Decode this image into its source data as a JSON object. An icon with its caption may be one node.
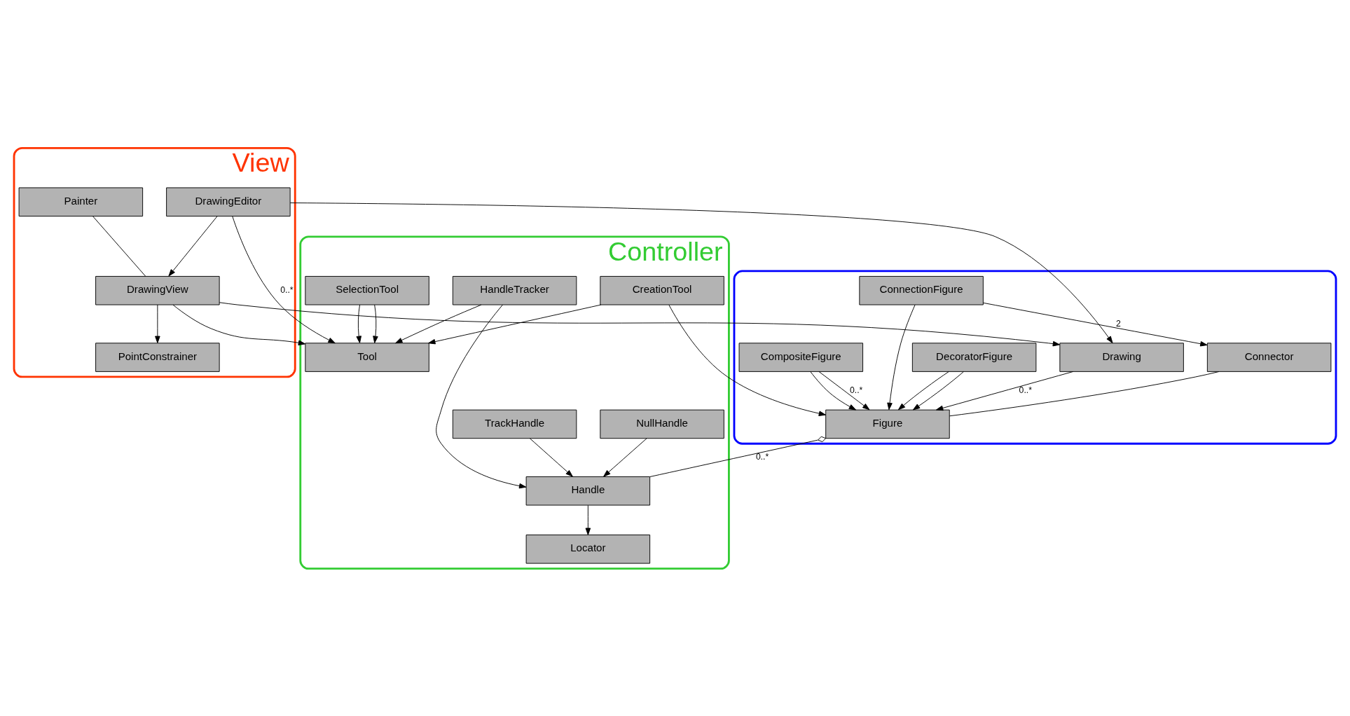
{
  "diagram": {
    "nodes": [
      {
        "text": [
          "View"
        ]
      },
      {
        "text": [
          "PointConstrainer"
        ],
        "in": 0
      },
      {
        "text": [
          "DrawingEditor"
        ],
        "in": 0
      },
      {
        "text": [
          "Painter"
        ],
        "in": 0
      },
      {
        "text": [
          "DrawingView"
        ],
        "in": 0
      },
      {
        "text": [
          "Controller"
        ]
      },
      {
        "text": [
          "Tool"
        ],
        "in": 5
      },
      {
        "text": [
          "CreationTool"
        ],
        "in": 5
      },
      {
        "text": [
          "HandleTracker"
        ],
        "in": 5
      },
      {
        "text": [
          "SelectionTool"
        ],
        "in": 5
      },
      {
        "text": [
          "Handle"
        ],
        "in": 5
      },
      {
        "text": [
          "Locator"
        ],
        "in": 5
      },
      {
        "text": [
          "NullHandle"
        ],
        "in": 5
      },
      {
        "text": [
          "TrackHandle"
        ],
        "in": 5
      },
      {
        "text": [],
        "shape": "loop"
      },
      {
        "text": [
          "Drawing"
        ],
        "in": 14
      },
      {
        "text": [
          "Connector"
        ],
        "in": 14
      },
      {
        "text": [
          "Figure"
        ],
        "in": 14
      },
      {
        "text": [
          "ConnectionFigure"
        ],
        "in": 14
      },
      {
        "text": [
          "CompositeFigure"
        ],
        "in": 14
      },
      {
        "text": [
          "DecoratorFigure"
        ],
        "in": 14
      }
    ],
    "edges": [
      {
        "from": 4,
        "to": 1,
        "arrow": "to"
      },
      {
        "from": 2,
        "to": 4,
        "arrow": "to"
      },
      {
        "from": 2,
        "to": 6,
        "arrow": "to",
        "label": "0..*"
      },
      {
        "from": 3,
        "to": 4,
        "arrow": "none"
      },
      {
        "from": 4,
        "to": 6,
        "arrow": "to"
      },
      {
        "from": 2,
        "to": 15,
        "arrow": "to"
      },
      {
        "from": 4,
        "to": 15,
        "arrow": "to"
      },
      {
        "from": 7,
        "to": 6,
        "arrow": "to"
      },
      {
        "from": 8,
        "to": 6,
        "arrow": "to"
      },
      {
        "from": 9,
        "to": 6,
        "arrow": "to"
      },
      {
        "from": 9,
        "to": 6,
        "arrow": "to"
      },
      {
        "from": 15,
        "to": 17,
        "arrow": "to",
        "label": "0..*"
      },
      {
        "from": 16,
        "to": 17,
        "arrow": "none"
      },
      {
        "from": 7,
        "to": 17,
        "arrow": "to"
      },
      {
        "from": 17,
        "to": 10,
        "arrow": "other",
        "label": "0..*"
      },
      {
        "from": 8,
        "to": 10,
        "arrow": "to"
      },
      {
        "from": 10,
        "to": 11,
        "arrow": "to"
      },
      {
        "from": 19,
        "to": 17,
        "arrow": "to",
        "label": "0..*"
      },
      {
        "from": 20,
        "to": 17,
        "arrow": "to"
      },
      {
        "from": 18,
        "to": 16,
        "arrow": "to",
        "label": "2"
      },
      {
        "from": 18,
        "to": 17,
        "arrow": "to"
      },
      {
        "from": 19,
        "to": 17,
        "arrow": "to"
      },
      {
        "from": 20,
        "to": 17,
        "arrow": "to"
      },
      {
        "from": 12,
        "to": 10,
        "arrow": "to"
      },
      {
        "from": 13,
        "to": 10,
        "arrow": "to"
      }
    ]
  }
}
